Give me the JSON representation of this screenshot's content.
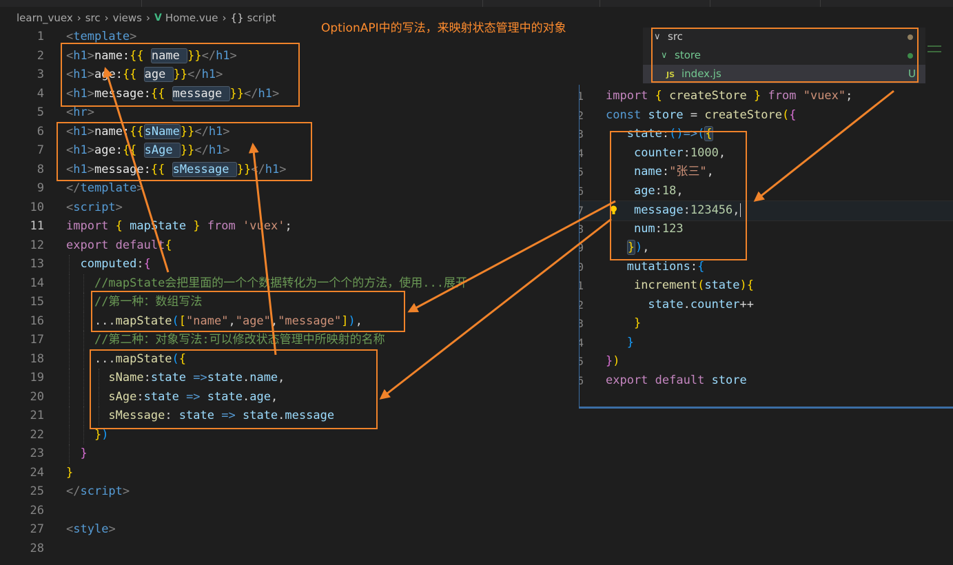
{
  "breadcrumb": {
    "items": [
      "learn_vuex",
      "src",
      "views",
      "Home.vue",
      "script"
    ],
    "vue_icon": "V",
    "object_icon": "{}"
  },
  "annotation": "OptionAPI中的写法，来映射状态管理中的对象",
  "editor": {
    "active_line": 11,
    "line_numbers": [
      "1",
      "2",
      "3",
      "4",
      "5",
      "6",
      "7",
      "8",
      "9",
      "10",
      "11",
      "12",
      "13",
      "14",
      "15",
      "16",
      "17",
      "18",
      "19",
      "20",
      "21",
      "22",
      "23",
      "24",
      "25",
      "26",
      "27",
      "28"
    ]
  },
  "explorer": {
    "src": {
      "label": "src",
      "status_color": "#8f7e5f"
    },
    "store": {
      "label": "store",
      "status_color": "#3d8b4a"
    },
    "file": {
      "label": "index.js",
      "icon": "JS",
      "status": "U"
    }
  },
  "store_file": {
    "line_numbers": [
      "1",
      "2",
      "3",
      "4",
      "5",
      "6",
      "7",
      "8",
      "9",
      "0",
      "1",
      "2",
      "3",
      "4",
      "5",
      "6"
    ]
  },
  "colors": {
    "annotation": "#ff8c2e",
    "background": "#1e1e1e",
    "panel_border": "#3b6ea5"
  },
  "icons": [
    "vue-icon",
    "curly-braces-icon",
    "chevron-down-icon",
    "js-file-icon",
    "lightbulb-icon"
  ]
}
